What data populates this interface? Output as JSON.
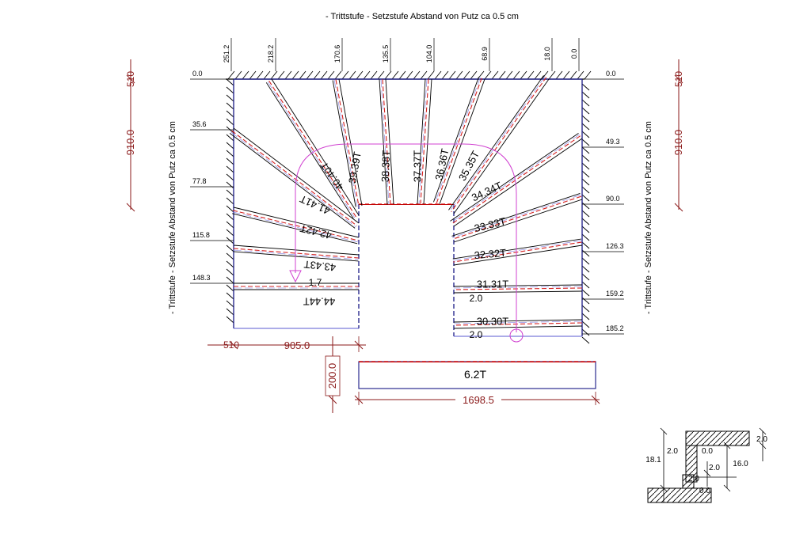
{
  "title": "- Trittstufe - Setzstufe Abstand von Putz ca 0.5 cm",
  "side_label": "- Trittstufe - Setzstufe Abstand von Putz ca 0.5 cm",
  "top_ticks": [
    "251.2",
    "218.2",
    "170.6",
    "135.5",
    "104.0",
    "68.9",
    "18.0",
    "0.0"
  ],
  "left_ticks": [
    "0.0",
    "35.6",
    "77.8",
    "115.8",
    "148.3"
  ],
  "right_ticks": [
    "0.0",
    "49.3",
    "90.0",
    "126.3",
    "159.2",
    "185.2"
  ],
  "steps_left": [
    "44.44T",
    "43.43T",
    "42.42T",
    "41.41T",
    "40.40T"
  ],
  "steps_top": [
    "39.39T",
    "38.38T",
    "37.37T",
    "36.36T",
    "35.35T"
  ],
  "steps_right": [
    "34.34T",
    "33.33T",
    "32.32T",
    "31.31T",
    "30.30T"
  ],
  "label_17": "1.7",
  "label_20_a": "2.0",
  "label_20_b": "2.0",
  "dim_910": "910.0",
  "dim_510": "510",
  "dim_905": "905.0",
  "dim_200": "200.0",
  "dim_1698": "1698.5",
  "landing_label": "6.2T",
  "detail": {
    "d181": "18.1",
    "d20a": "2.0",
    "d00a": "0.0",
    "d20b": "2.0",
    "d160": "16.0",
    "d20c": "2.0",
    "d00b": "0.0",
    "d20d": "2.0"
  }
}
